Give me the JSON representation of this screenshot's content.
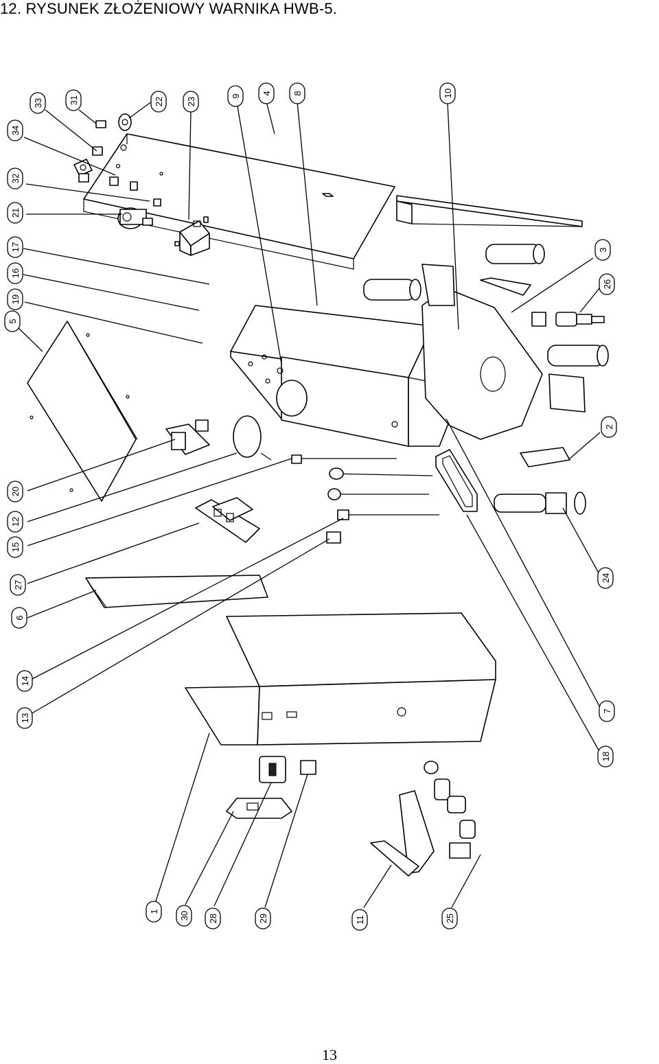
{
  "title": "12. RYSUNEK ZŁOŻENIOWY WARNIKA HWB-5.",
  "page_number": "13",
  "labels": [
    {
      "id": "33",
      "text": "33"
    },
    {
      "id": "31",
      "text": "31"
    },
    {
      "id": "22",
      "text": "22"
    },
    {
      "id": "23",
      "text": "23"
    },
    {
      "id": "9",
      "text": "9"
    },
    {
      "id": "4",
      "text": "4"
    },
    {
      "id": "8",
      "text": "8"
    },
    {
      "id": "10",
      "text": "10"
    },
    {
      "id": "34",
      "text": "34"
    },
    {
      "id": "32",
      "text": "32"
    },
    {
      "id": "21",
      "text": "21"
    },
    {
      "id": "17",
      "text": "17"
    },
    {
      "id": "16",
      "text": "16"
    },
    {
      "id": "19",
      "text": "19"
    },
    {
      "id": "5",
      "text": "5"
    },
    {
      "id": "3",
      "text": "3"
    },
    {
      "id": "26",
      "text": "26"
    },
    {
      "id": "2",
      "text": "2"
    },
    {
      "id": "20",
      "text": "20"
    },
    {
      "id": "12",
      "text": "12"
    },
    {
      "id": "15",
      "text": "15"
    },
    {
      "id": "27",
      "text": "27"
    },
    {
      "id": "6",
      "text": "6"
    },
    {
      "id": "24",
      "text": "24"
    },
    {
      "id": "14",
      "text": "14"
    },
    {
      "id": "13",
      "text": "13"
    },
    {
      "id": "7",
      "text": "7"
    },
    {
      "id": "18",
      "text": "18"
    },
    {
      "id": "1",
      "text": "1"
    },
    {
      "id": "30",
      "text": "30"
    },
    {
      "id": "28",
      "text": "28"
    },
    {
      "id": "29",
      "text": "29"
    },
    {
      "id": "11",
      "text": "11"
    },
    {
      "id": "25",
      "text": "25"
    }
  ]
}
